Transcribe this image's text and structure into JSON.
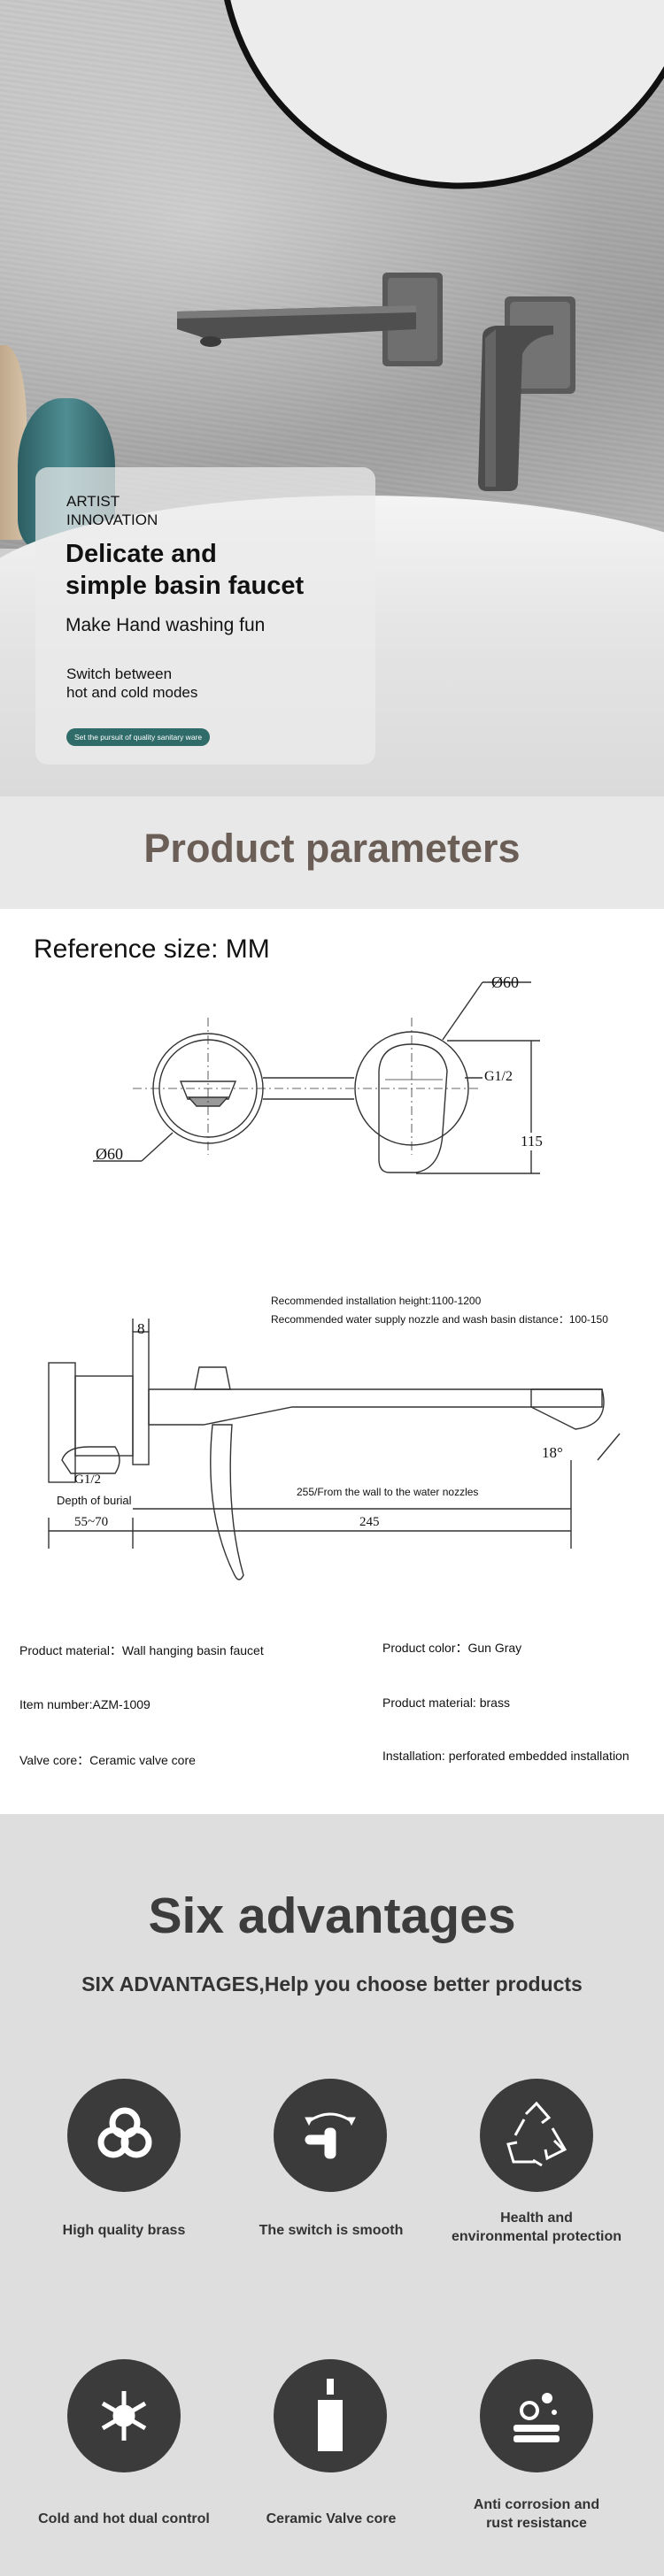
{
  "hero": {
    "artist": "ARTIST",
    "innovation": "INNOVATION",
    "title_line1": "Delicate and",
    "title_line2": "simple basin faucet",
    "subtitle": "Make Hand washing fun",
    "switch_line1": "Switch between",
    "switch_line2": "hot and cold modes",
    "pill": "Set the pursuit of quality sanitary ware"
  },
  "params": {
    "title": "Product parameters",
    "reference": "Reference size: MM",
    "dims": {
      "d60_top": "Ø60",
      "d60_left": "Ø60",
      "g12_top": "G1/2",
      "h115": "115",
      "eight": "8",
      "g12_side": "G1/2",
      "depth_burial": "Depth of burial",
      "range_55_70": "55~70",
      "w245": "245",
      "angle": "18°",
      "wall_to_nozzle": "255/From the wall to the water nozzles"
    },
    "recommend1": "Recommended installation height:1100-1200",
    "recommend2": "Recommended water supply nozzle and wash basin distance：100-150",
    "specs": [
      {
        "left": "Product material：Wall hanging basin faucet",
        "right": "Product color：Gun Gray"
      },
      {
        "left": "Item number:AZM-1009",
        "right": "Product material: brass"
      },
      {
        "left": "Valve core：Ceramic valve core",
        "right": "Installation: perforated embedded installation"
      }
    ]
  },
  "advantages": {
    "title": "Six advantages",
    "subtitle": "SIX ADVANTAGES,Help you choose better products",
    "items": [
      {
        "label1": "High quality brass",
        "label2": "",
        "icon": "brass-icon"
      },
      {
        "label1": "The switch is smooth",
        "label2": "",
        "icon": "switch-icon"
      },
      {
        "label1": "Health and",
        "label2": "environmental protection",
        "icon": "recycle-icon"
      },
      {
        "label1": "Cold and hot dual control",
        "label2": "",
        "icon": "hot-cold-icon"
      },
      {
        "label1": "Ceramic Valve core",
        "label2": "",
        "icon": "valve-core-icon"
      },
      {
        "label1": "Anti corrosion and",
        "label2": "rust resistance",
        "icon": "anti-corrosion-icon"
      }
    ]
  }
}
